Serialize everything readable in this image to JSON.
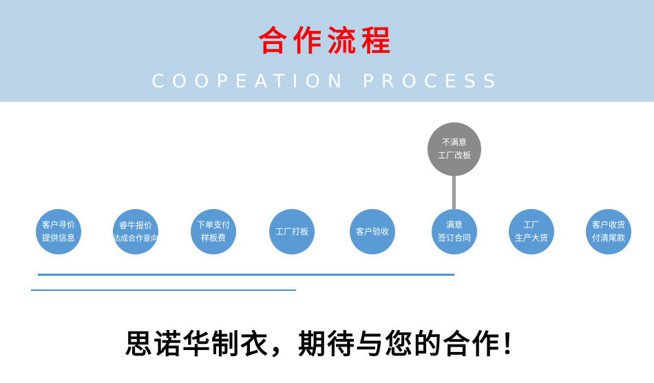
{
  "banner": {
    "title": "合作流程",
    "subtitle": "COOPEATION PROCESS"
  },
  "flow": {
    "steps": [
      {
        "line1": "客户寻价",
        "line2": "提供信息"
      },
      {
        "line1": "睿牛报价",
        "line2": "达成合作意向"
      },
      {
        "line1": "下单支付",
        "line2": "样板费"
      },
      {
        "line1": "工厂打板",
        "line2": ""
      },
      {
        "line1": "客户验收",
        "line2": ""
      },
      {
        "line1": "满意",
        "line2": "签订合同"
      },
      {
        "line1": "工厂",
        "line2": "生产大货"
      },
      {
        "line1": "客户收货",
        "line2": "付清尾款"
      }
    ],
    "alt_step": {
      "line1": "不满意",
      "line2": "工厂改板"
    }
  },
  "footer": {
    "slogan": "思诺华制衣，期待与您的合作！"
  },
  "colors": {
    "banner_bg": "#b9d4e9",
    "title_red": "#fe0000",
    "subtitle_white": "#ffffff",
    "circle_blue": "#5b9bd5",
    "alt_circle_gray": "#8a8a8a",
    "line_blue": "#4a8fd3",
    "slogan_black": "#000000"
  }
}
